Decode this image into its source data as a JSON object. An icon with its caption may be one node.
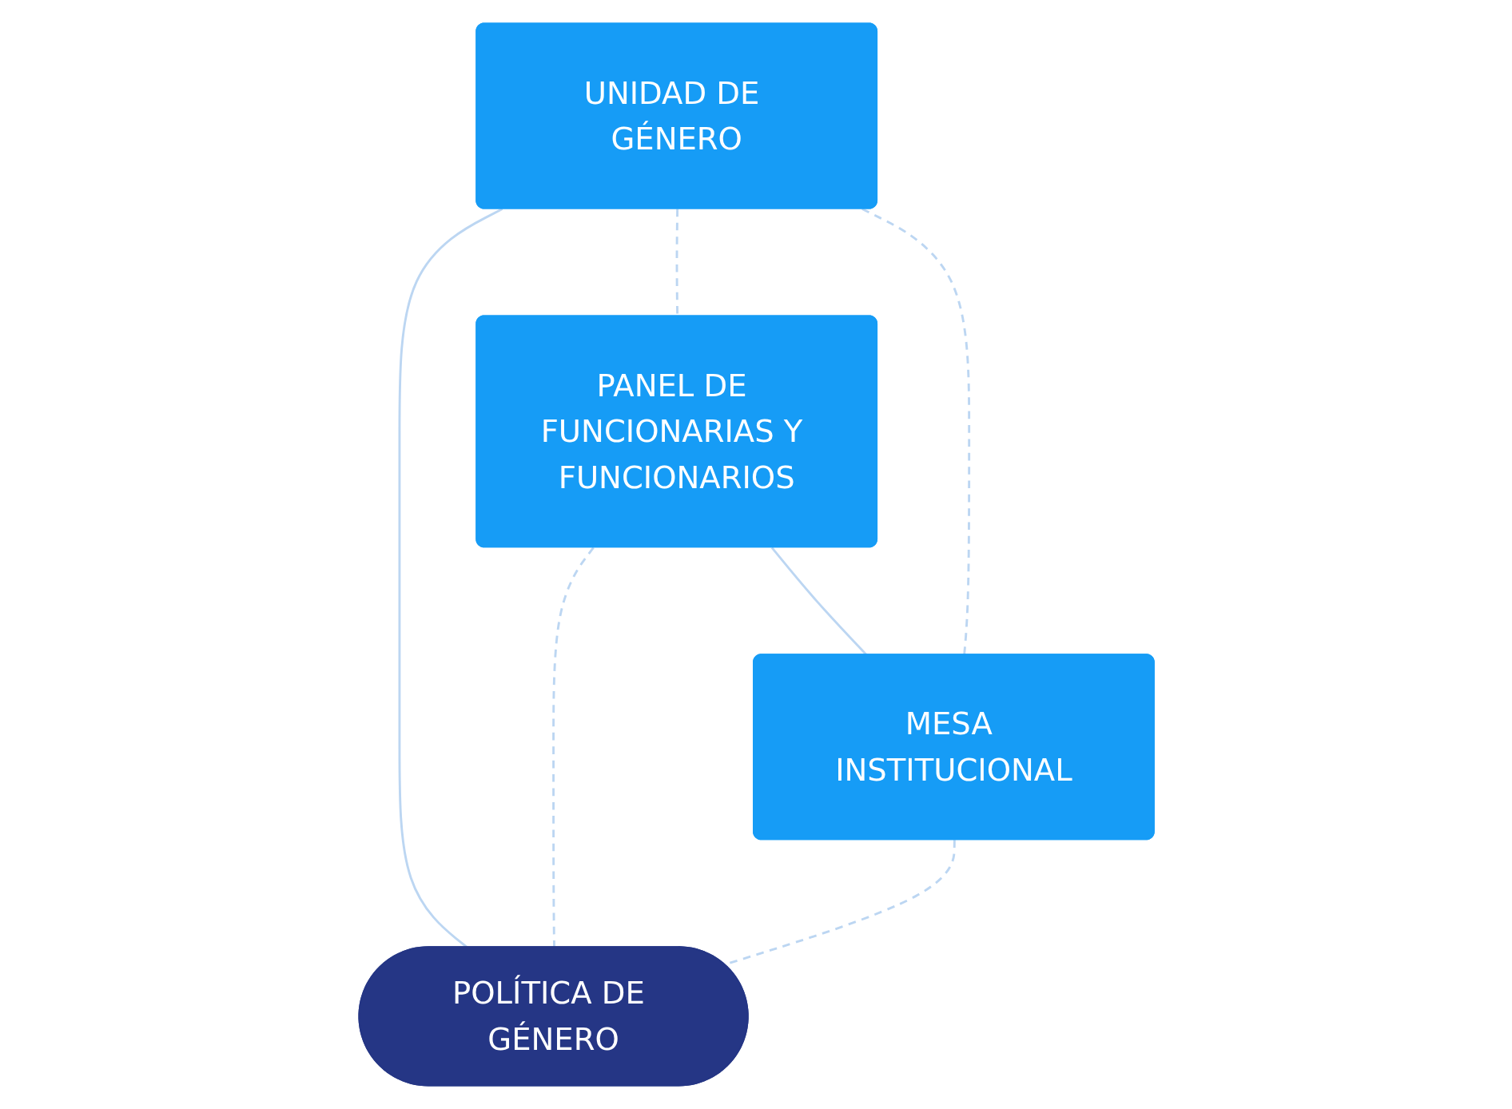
{
  "diagram": {
    "nodes": [
      {
        "text": [
          "UNIDAD DE GÉNERO"
        ]
      },
      {
        "text": [
          "PANEL DE FUNCIONARIAS Y FUNCIONARIOS"
        ]
      },
      {
        "text": [
          "MESA INSTITUCIONAL"
        ]
      },
      {
        "text": [
          "POLÍTICA DE GÉNERO"
        ]
      }
    ],
    "edges": [
      {
        "from": 0,
        "to": 3,
        "arrow": "none"
      },
      {
        "from": 1,
        "to": 2,
        "arrow": "none"
      },
      {
        "from": 0,
        "to": 1,
        "arrow": "none",
        "style": "dashed"
      },
      {
        "from": 0,
        "to": 2,
        "arrow": "none",
        "style": "dashed"
      },
      {
        "from": 1,
        "to": 3,
        "arrow": "none",
        "style": "dashed"
      },
      {
        "from": 2,
        "to": 3,
        "arrow": "none",
        "style": "dashed"
      }
    ]
  }
}
